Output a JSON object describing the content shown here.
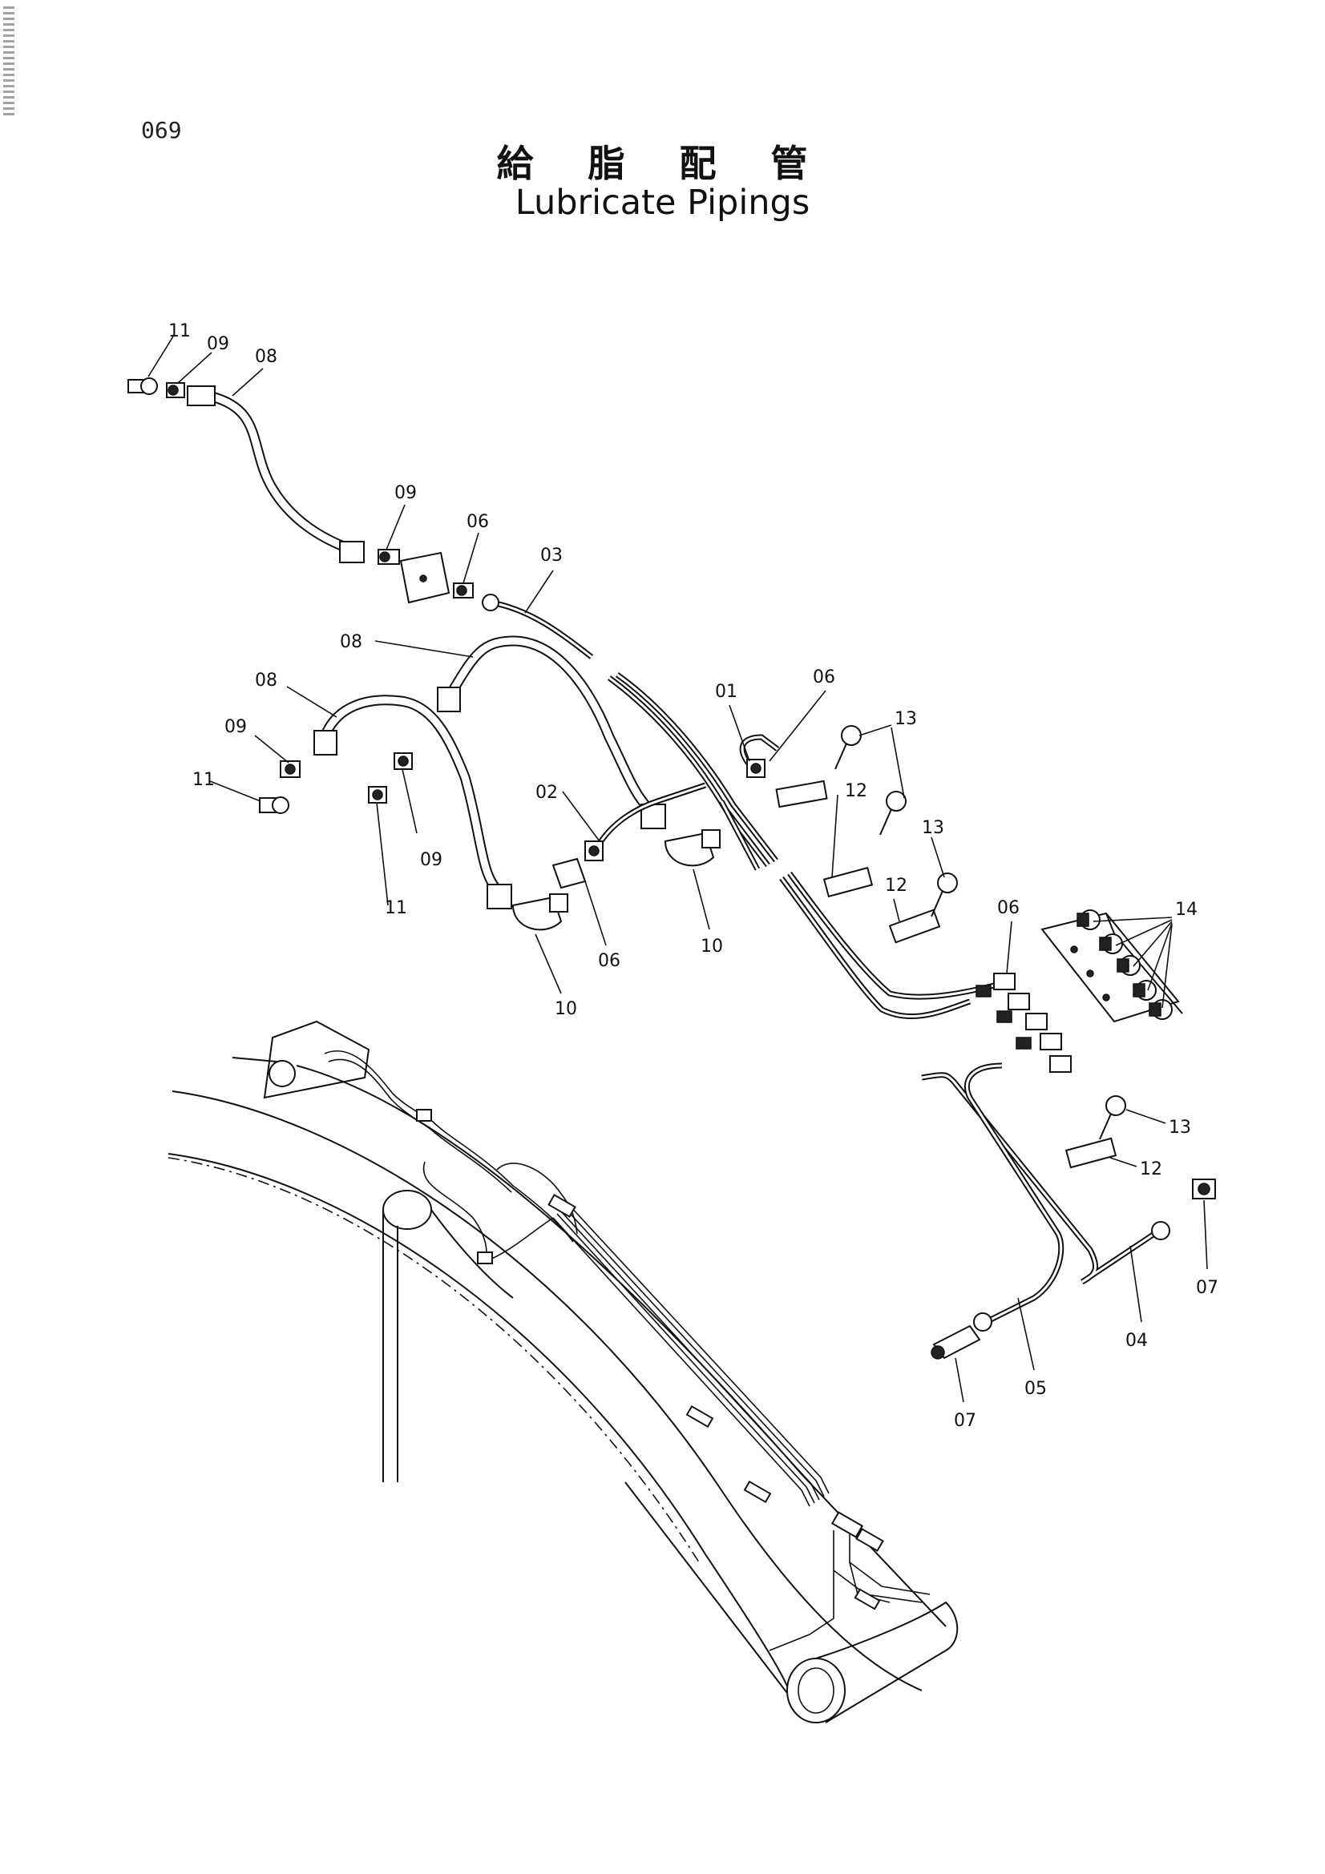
{
  "page": {
    "number": "069"
  },
  "title": {
    "japanese": "給 脂 配 管",
    "english": "Lubricate Pipings"
  },
  "callouts": [
    {
      "id": "c1",
      "text": "11"
    },
    {
      "id": "c2",
      "text": "09"
    },
    {
      "id": "c3",
      "text": "08"
    },
    {
      "id": "c4",
      "text": "09"
    },
    {
      "id": "c5",
      "text": "06"
    },
    {
      "id": "c6",
      "text": "03"
    },
    {
      "id": "c7",
      "text": "08"
    },
    {
      "id": "c8",
      "text": "08"
    },
    {
      "id": "c9",
      "text": "09"
    },
    {
      "id": "c10",
      "text": "11"
    },
    {
      "id": "c11",
      "text": "09"
    },
    {
      "id": "c12",
      "text": "11"
    },
    {
      "id": "c13",
      "text": "02"
    },
    {
      "id": "c14",
      "text": "06"
    },
    {
      "id": "c15",
      "text": "10"
    },
    {
      "id": "c16",
      "text": "10"
    },
    {
      "id": "c17",
      "text": "01"
    },
    {
      "id": "c18",
      "text": "06"
    },
    {
      "id": "c19",
      "text": "13"
    },
    {
      "id": "c20",
      "text": "12"
    },
    {
      "id": "c21",
      "text": "13"
    },
    {
      "id": "c22",
      "text": "12"
    },
    {
      "id": "c23",
      "text": "06"
    },
    {
      "id": "c24",
      "text": "14"
    },
    {
      "id": "c25",
      "text": "13"
    },
    {
      "id": "c26",
      "text": "12"
    },
    {
      "id": "c27",
      "text": "07"
    },
    {
      "id": "c28",
      "text": "04"
    },
    {
      "id": "c29",
      "text": "05"
    },
    {
      "id": "c30",
      "text": "07"
    }
  ],
  "colors": {
    "ink": "#111111",
    "paper": "#ffffff"
  }
}
